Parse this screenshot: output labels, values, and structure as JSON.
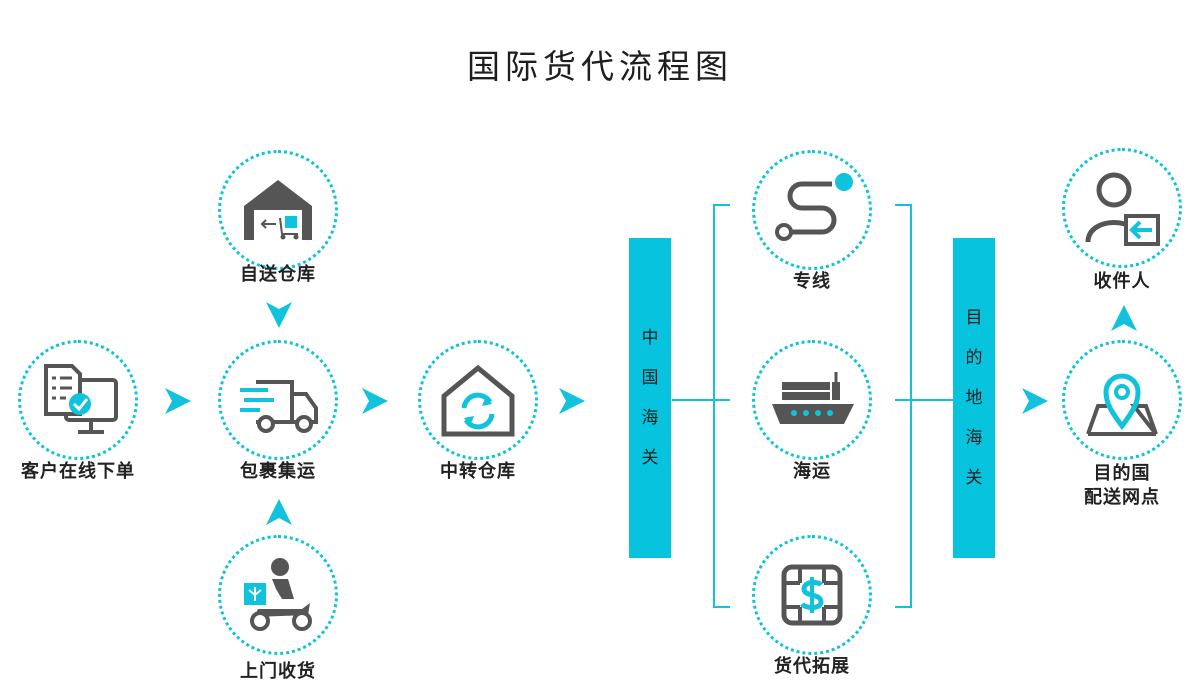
{
  "title": "国际货代流程图",
  "nodes": {
    "order": "客户在线下单",
    "self_warehouse": "自送仓库",
    "consolidation": "包裹集运",
    "pickup": "上门收货",
    "transfer": "中转仓库",
    "dedicated": "专线",
    "sea": "海运",
    "expansion": "货代拓展",
    "receiver": "收件人",
    "dest_line1": "目的国",
    "dest_line2": "配送网点"
  },
  "customs": {
    "china": [
      "中",
      "国",
      "海",
      "关"
    ],
    "destination": [
      "目",
      "的",
      "地",
      "海",
      "关"
    ]
  },
  "colors": {
    "accent": "#08c3dd",
    "icon": "#545454"
  }
}
